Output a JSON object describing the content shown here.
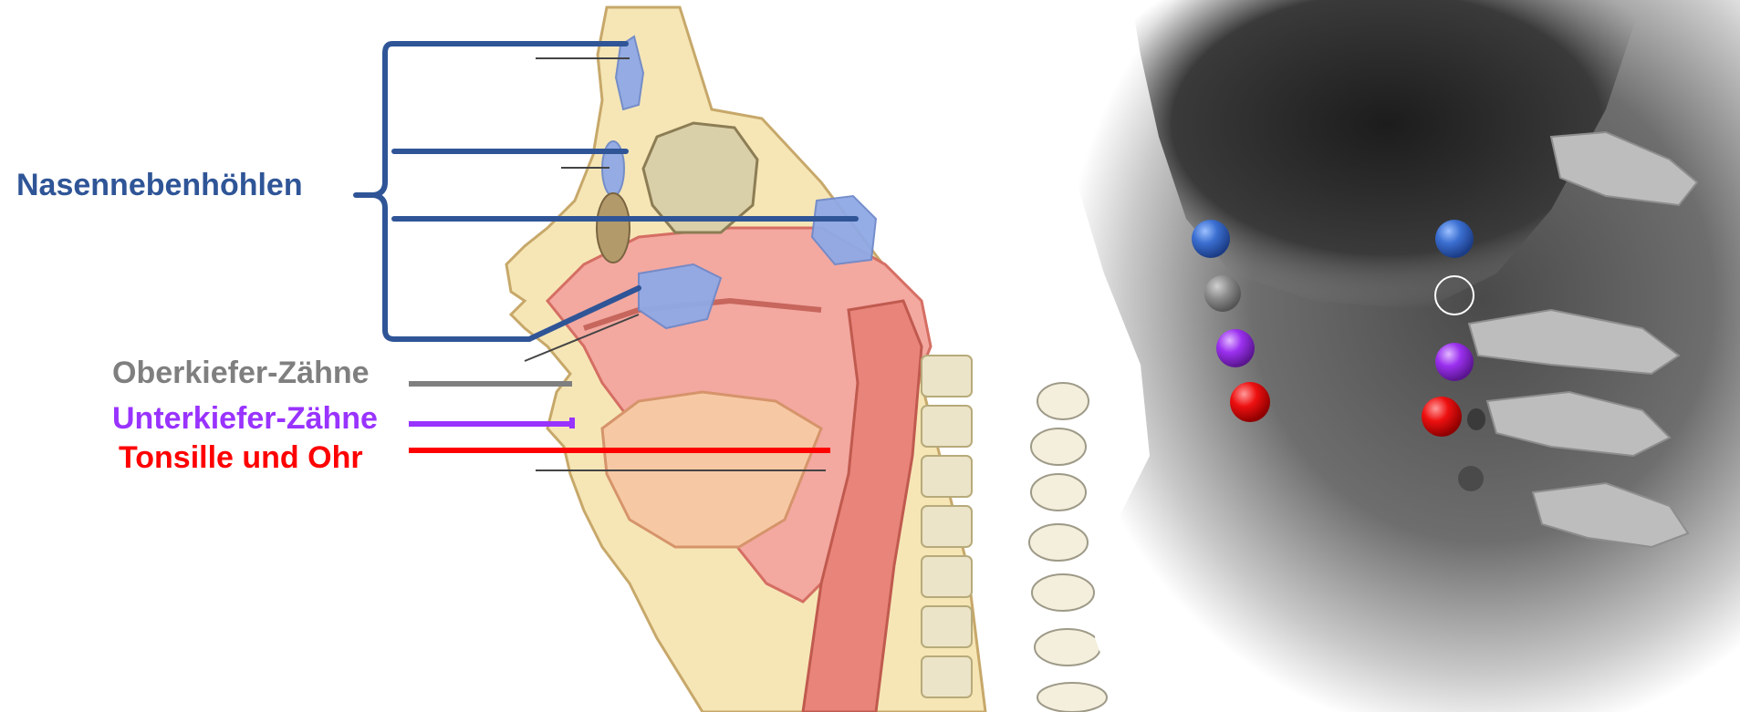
{
  "labels": {
    "sinuses": "Nasennebenhöhlen",
    "upper_teeth": "Oberkiefer-Zähne",
    "lower_teeth": "Unterkiefer-Zähne",
    "tonsil_ear": "Tonsille und Ohr"
  },
  "colors": {
    "sinuses": "#2f5597",
    "upper_teeth": "#7f7f7f",
    "lower_teeth": "#9933ff",
    "tonsil_ear": "#ff0000"
  },
  "markers": {
    "left_column": [
      "blue",
      "gray",
      "purple",
      "red"
    ],
    "right_column": [
      "blue",
      "gray-outline",
      "purple",
      "red"
    ]
  }
}
